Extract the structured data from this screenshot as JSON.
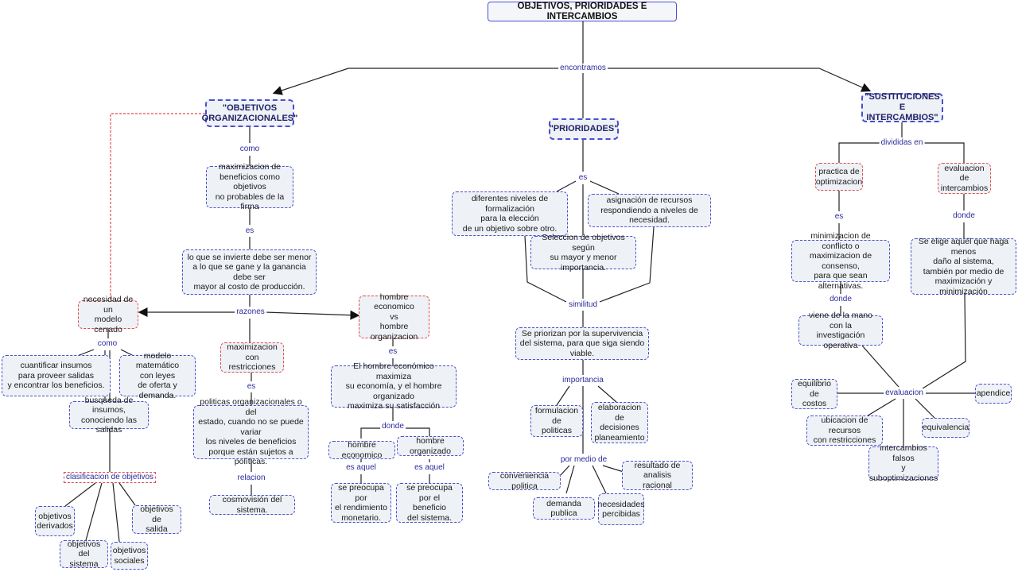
{
  "title": "OBJETIVOS, PRIORIDADES E INTERCAMBIOS",
  "branches": {
    "objetivos": "\"OBJETIVOS\nORGANIZACIONALES\"",
    "prioridades": "\"PRIORIDADES\"",
    "sustituciones": "\"SUSTITUCIONES E\nINTERCAMBIOS\""
  },
  "labels": {
    "encontramos": "encontramos",
    "como1": "como",
    "es1": "es",
    "razones": "razones",
    "como2": "como",
    "es2": "es",
    "es3": "es",
    "relacion": "relacion",
    "donde1": "donde",
    "es_aquel1": "es aquel",
    "es_aquel2": "es aquel",
    "clasificacion": "clasificacion de objetivos",
    "es4": "es",
    "similitud": "similitud",
    "importancia": "importancia",
    "por_medio_de": "por medio de",
    "divididas_en": "divididas en",
    "es5": "es",
    "donde2": "donde",
    "donde3": "donde",
    "evaluacion": "evaluacion"
  },
  "nodes": {
    "maximizacion_beneficios": "maximizacion de\nbeneficios como objetivos\nno probables de la firma",
    "lo_que_se_invierte": "lo que se invierte debe ser menor\na lo que se gane y la ganancia debe ser\nmayor al costo de producción.",
    "necesidad_modelo": "necesidad de un\nmodelo cerrado",
    "hombre_economico_vs": "hombre economico\nvs\nhombre organizacion",
    "cuantificar": "cuantificar insumos\npara proveer salidas\ny encontrar los beneficios.",
    "modelo_matematico": "modelo matemático\ncon leyes\nde oferta y demanda.",
    "maximizacion_restricciones": "maximizacion con\nrestricciones",
    "hombre_economico_maximiza": "El hombre económico maximiza\nsu economía, y el hombre organizado\nmaximiza su satisfacción",
    "busqueda_insumos": "busqueda de insumos,\nconociendo las salidas",
    "politicas_organizacionales": "politicas organizacionales o del\nestado, cuando no se puede variar\nlos niveles de beneficios\nporque están sujetos a políticas.",
    "hombre_economico": "hombre economico",
    "hombre_organizado": "hombre organizado",
    "cosmovision": "cosmovisión del sistema.",
    "rendimiento": "se preocupa por\nel rendimiento\nmonetario.",
    "beneficio_sistema": "se preocupa por el\nbeneficio\ndel sistema.",
    "obj_derivados": "objetivos\nderivados",
    "obj_salida": "objetivos de\nsalida",
    "obj_sistema": "objetivos del\nsistema",
    "obj_sociales": "objetivos\nsociales",
    "diferentes_niveles": "diferentes niveles de formalización\npara la elección\nde un objetivo sobre otro.",
    "asignacion_recursos": "asignación de recursos\nrespondiendo a niveles de necesidad.",
    "seleccion_objetivos": "Seleccion de objetivos según\nsu mayor y menor importancia.",
    "se_priorizan": "Se priorizan por la supervivencia\ndel sistema, para que siga siendo viable.",
    "formulacion_politicas": "formulacion de\npoliticas",
    "elaboracion_decisiones": "elaboracion de\ndecisiones\nplaneamiento",
    "resultado_analisis": "resultado de analisis\nracional",
    "conveniencia_politica": "conveniencia politica",
    "demanda_publica": "demanda publica",
    "necesidades_percibidas": "necesidades\npercibidas",
    "practica_optimizacion": "practica de\noptimizacion",
    "evaluacion_intercambios": "evaluacion de\nintercambios",
    "minimizacion_conflicto": "minimizacion de conflicto o\nmaximizacion de consenso,\npara que sean alternativas.",
    "se_elige": "Se elige aquél que haga menos\ndaño al sistema,\ntambién por medio de\nmaximización y minimización",
    "viene_mano": "viene de la mano con la\ninvestigación operativa",
    "equilibrio_costos": "equilibrio de\ncostos",
    "apendice": "apendice",
    "ubicacion_recursos": "ubicacion de recursos\ncon restricciones",
    "equivalencia": "equivalencia",
    "intercambios_falsos": "intercambios falsos\ny suboptimizaciones"
  }
}
